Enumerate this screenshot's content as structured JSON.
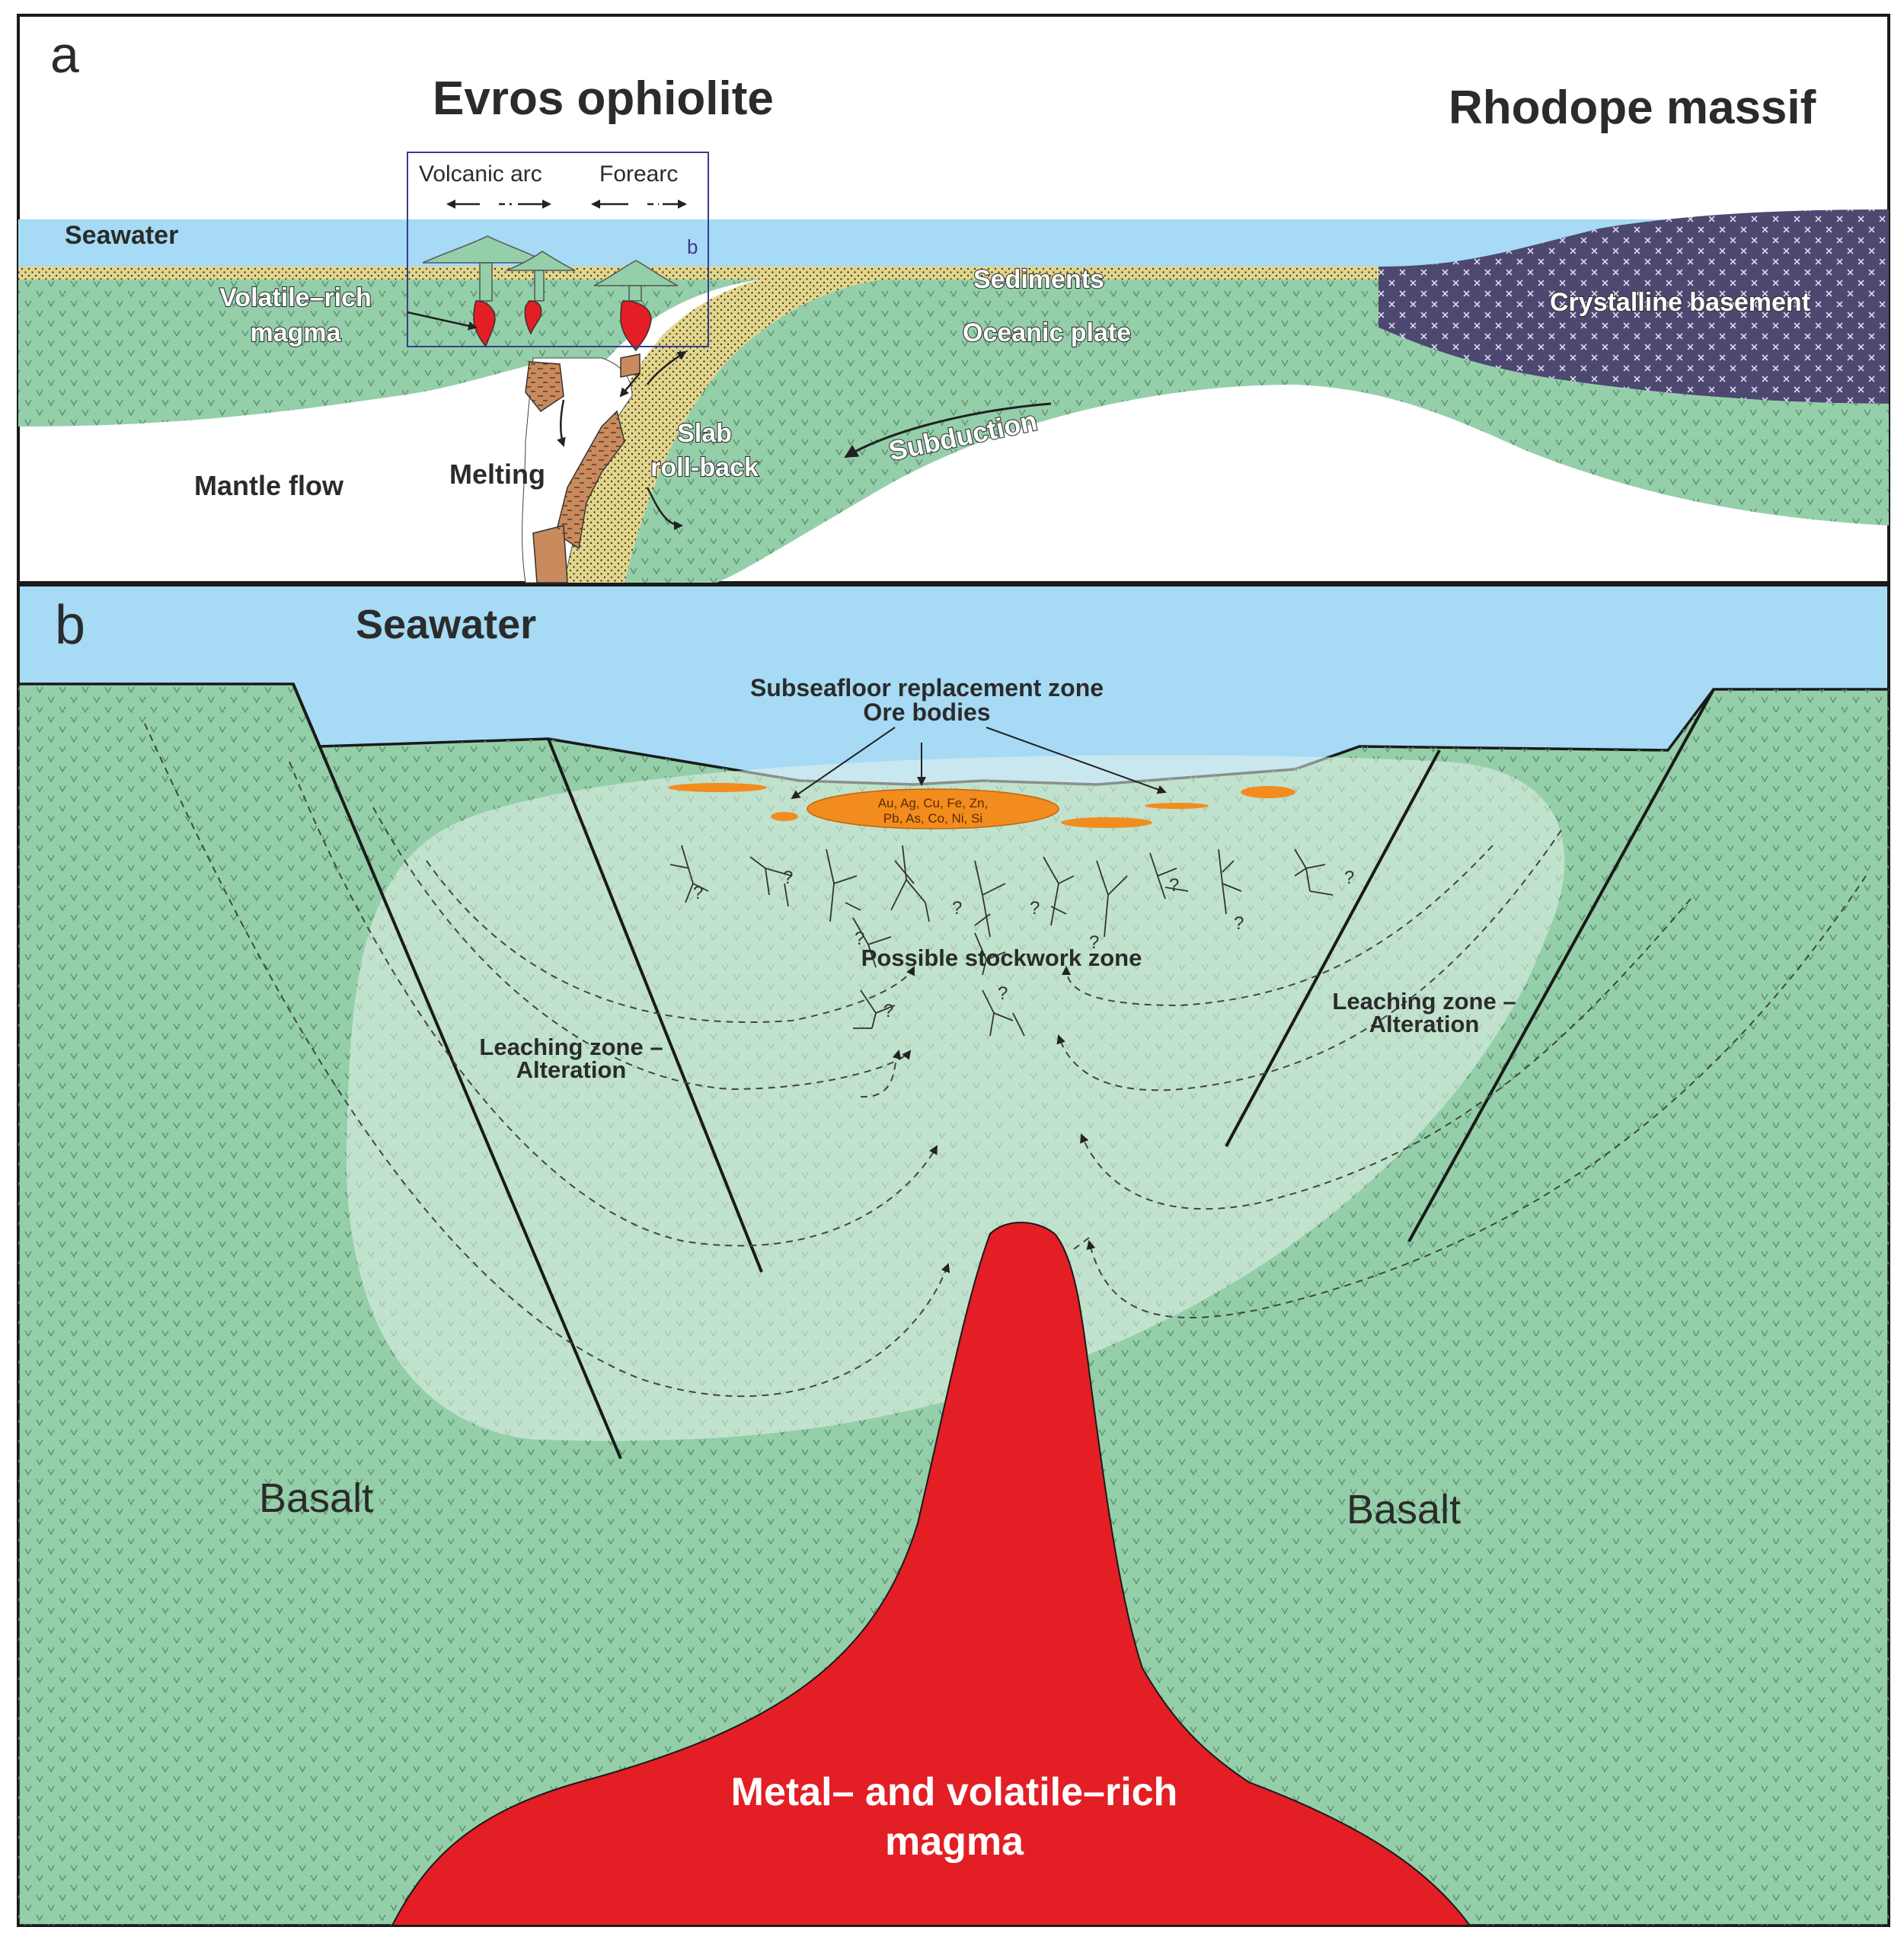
{
  "panel_a": {
    "panel_letter": "a",
    "title_left": "Evros ophiolite",
    "title_right": "Rhodope massif",
    "seawater": "Seawater",
    "volcanic_arc": "Volcanic arc",
    "forearc": "Forearc",
    "inset_letter": "b",
    "volatile_rich_line1": "Volatile–rich",
    "volatile_rich_line2": "magma",
    "sediments": "Sediments",
    "oceanic_plate": "Oceanic plate",
    "crystalline_basement": "Crystalline basement",
    "mantle_flow": "Mantle flow",
    "melting": "Melting",
    "slab_line1": "Slab",
    "slab_line2": "roll-back",
    "subduction": "Subduction"
  },
  "panel_b": {
    "panel_letter": "b",
    "seawater": "Seawater",
    "replacement_line1": "Subseafloor replacement zone",
    "replacement_line2": "Ore bodies",
    "ore_elements_line1": "Au, Ag, Cu, Fe, Zn,",
    "ore_elements_line2": "Pb, As, Co, Ni, Si",
    "stockwork": "Possible stockwork zone",
    "leaching_left_line1": "Leaching zone –",
    "leaching_left_line2": "Alteration",
    "leaching_right_line1": "Leaching zone –",
    "leaching_right_line2": "Alteration",
    "basalt_left": "Basalt",
    "basalt_right": "Basalt",
    "magma_line1": "Metal– and volatile–rich",
    "magma_line2": "magma",
    "question_mark": "?"
  },
  "colors": {
    "seawater": "#a6daf5",
    "basalt_green": "#94cfaa",
    "sediment_yellow": "#e3d68c",
    "basement_purple": "#4d4870",
    "magma_red": "#e31e24",
    "ore_orange": "#f28c1e",
    "melt_brown": "#c98a5e",
    "alteration_halo": "#e6f2ea"
  }
}
